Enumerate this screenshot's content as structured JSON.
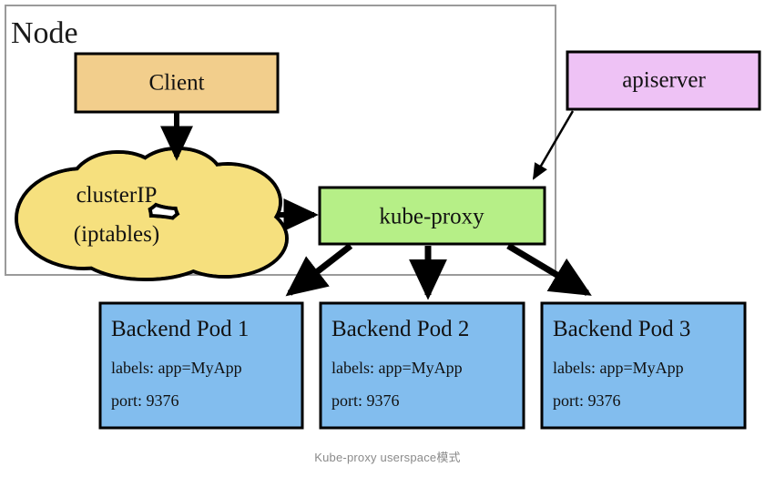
{
  "diagram": {
    "node_container": {
      "label": "Node"
    },
    "client": {
      "label": "Client",
      "fill": "#F2CE8C"
    },
    "cluster_ip": {
      "line1": "clusterIP",
      "line2": "(iptables)",
      "fill": "#F6E07E"
    },
    "kube_proxy": {
      "label": "kube-proxy",
      "fill": "#B6EF87"
    },
    "apiserver": {
      "label": "apiserver",
      "fill": "#EEC2F5"
    },
    "pods": [
      {
        "title": "Backend Pod 1",
        "labels_line": "labels: app=MyApp",
        "port_line": "port: 9376",
        "fill": "#82BDEE"
      },
      {
        "title": "Backend Pod 2",
        "labels_line": "labels: app=MyApp",
        "port_line": "port: 9376",
        "fill": "#82BDEE"
      },
      {
        "title": "Backend Pod 3",
        "labels_line": "labels: app=MyApp",
        "port_line": "port: 9376",
        "fill": "#82BDEE"
      }
    ],
    "arrows": [
      {
        "name": "client-to-clusterip"
      },
      {
        "name": "clusterip-to-kube-proxy"
      },
      {
        "name": "apiserver-to-kube-proxy"
      },
      {
        "name": "kube-proxy-to-pod-1"
      },
      {
        "name": "kube-proxy-to-pod-2"
      },
      {
        "name": "kube-proxy-to-pod-3"
      }
    ]
  },
  "caption": {
    "text": "Kube-proxy userspace模式"
  },
  "colors": {
    "stroke": "#000000",
    "node_border": "#9a9a9a",
    "caption": "#8a8a8a"
  }
}
